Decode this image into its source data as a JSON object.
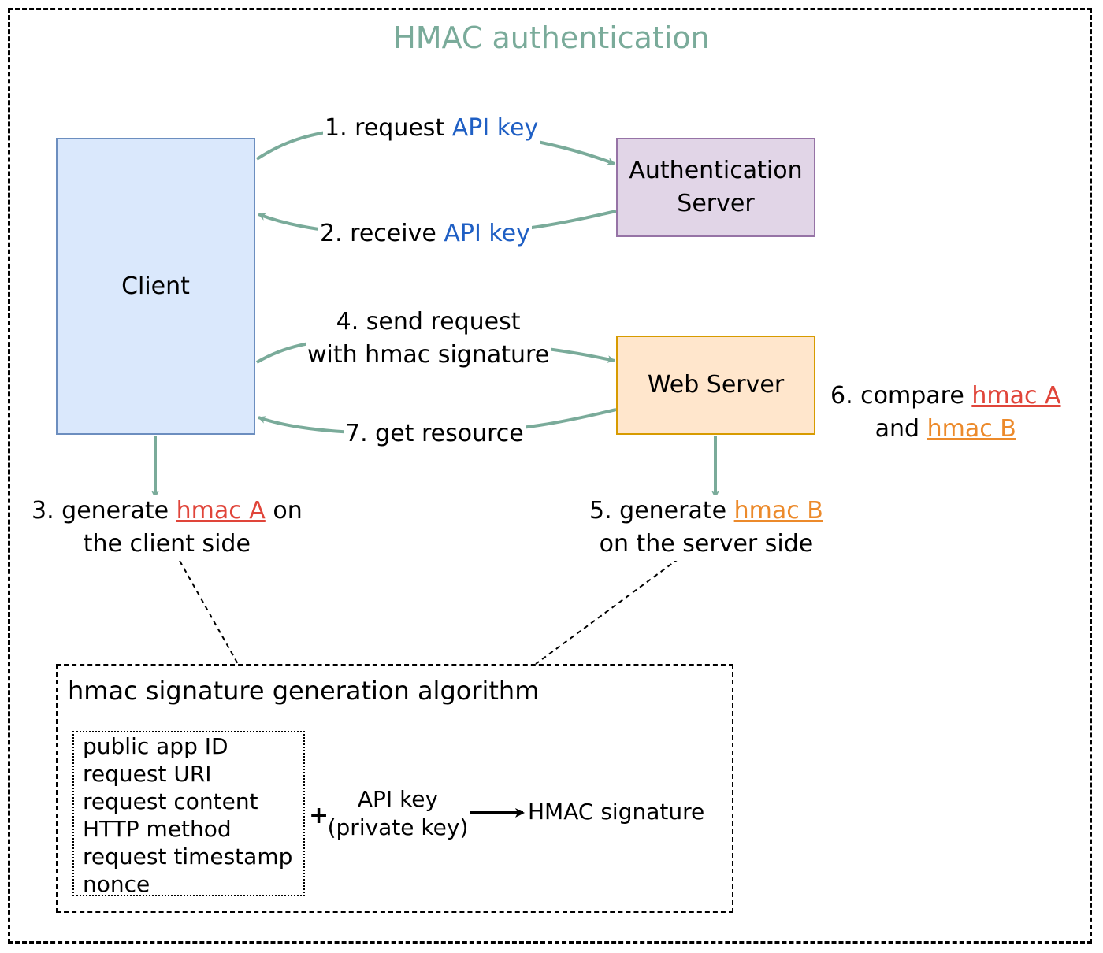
{
  "title": "HMAC authentication",
  "nodes": {
    "client": "Client",
    "auth_server": [
      "Authentication",
      "Server"
    ],
    "web_server": "Web Server"
  },
  "steps": {
    "s1": {
      "prefix": "1. request ",
      "key": "API key"
    },
    "s2": {
      "prefix": "2. receive ",
      "key": "API key"
    },
    "s3": {
      "prefix": "3. generate ",
      "hmac": "hmac A",
      "suffix": " on",
      "line2": "the client side"
    },
    "s4": {
      "line1": "4. send request",
      "line2": "with hmac signature"
    },
    "s5": {
      "prefix": "5. generate ",
      "hmac": "hmac B",
      "line2": "on the server side"
    },
    "s6": {
      "prefix": "6. compare ",
      "hmac_a": "hmac A",
      "and": "and ",
      "hmac_b": "hmac B"
    },
    "s7": {
      "text": "7. get resource"
    }
  },
  "algorithm": {
    "title": "hmac signature generation algorithm",
    "inputs": [
      "public app ID",
      "request URI",
      "request content",
      "HTTP method",
      "request timestamp",
      "nonce"
    ],
    "plus": "+",
    "key_line1": "API key",
    "key_line2": "(private key)",
    "output": "HMAC signature"
  },
  "colors": {
    "arrow": "#7aab9a",
    "client_fill": "#dae8fc",
    "auth_fill": "#e1d5e7",
    "web_fill": "#ffe6cc",
    "api_key_text": "#1f5fc4",
    "hmac_a_text": "#e0453a",
    "hmac_b_text": "#ec8a2b"
  }
}
